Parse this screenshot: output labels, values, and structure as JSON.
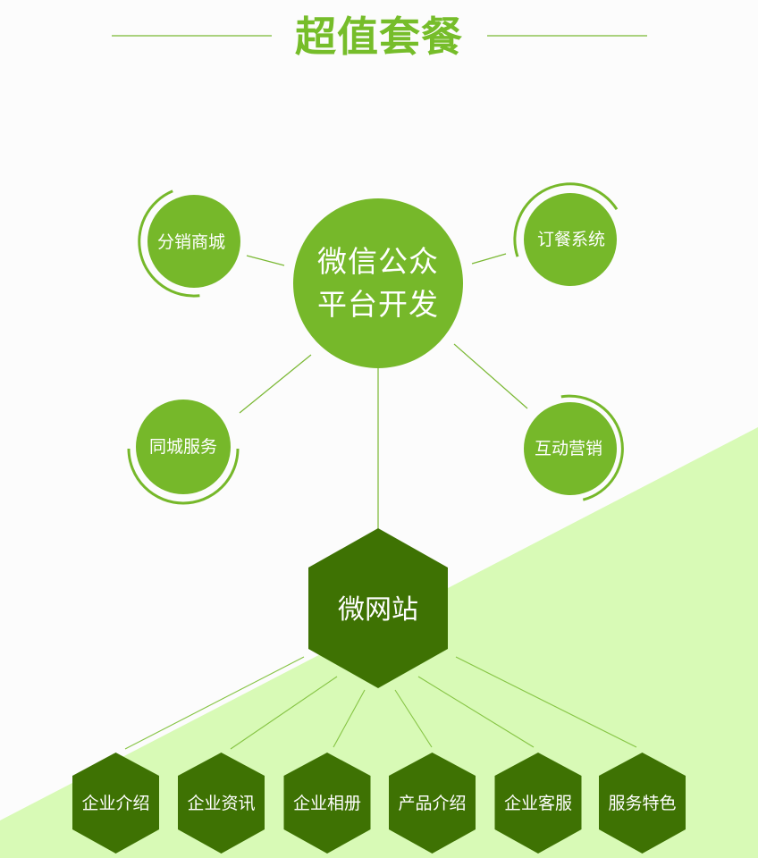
{
  "title": {
    "text": "超值套餐"
  },
  "hub": {
    "line1": "微信公众",
    "line2": "平台开发"
  },
  "satellites": [
    {
      "label": "分销商城"
    },
    {
      "label": "订餐系统"
    },
    {
      "label": "同城服务"
    },
    {
      "label": "互动营销"
    }
  ],
  "site": {
    "label": "微网站"
  },
  "modules": [
    {
      "label": "企业介绍"
    },
    {
      "label": "企业资讯"
    },
    {
      "label": "企业相册"
    },
    {
      "label": "产品介绍"
    },
    {
      "label": "企业客服"
    },
    {
      "label": "服务特色"
    }
  ],
  "colors": {
    "title_green": "#76bd2a",
    "circle_green": "#76b82a",
    "hex_dark_green": "#3e7203",
    "background_light_green": "#d8fab6",
    "background_white": "#fcfcfc",
    "connector_line": "#7ab833"
  }
}
